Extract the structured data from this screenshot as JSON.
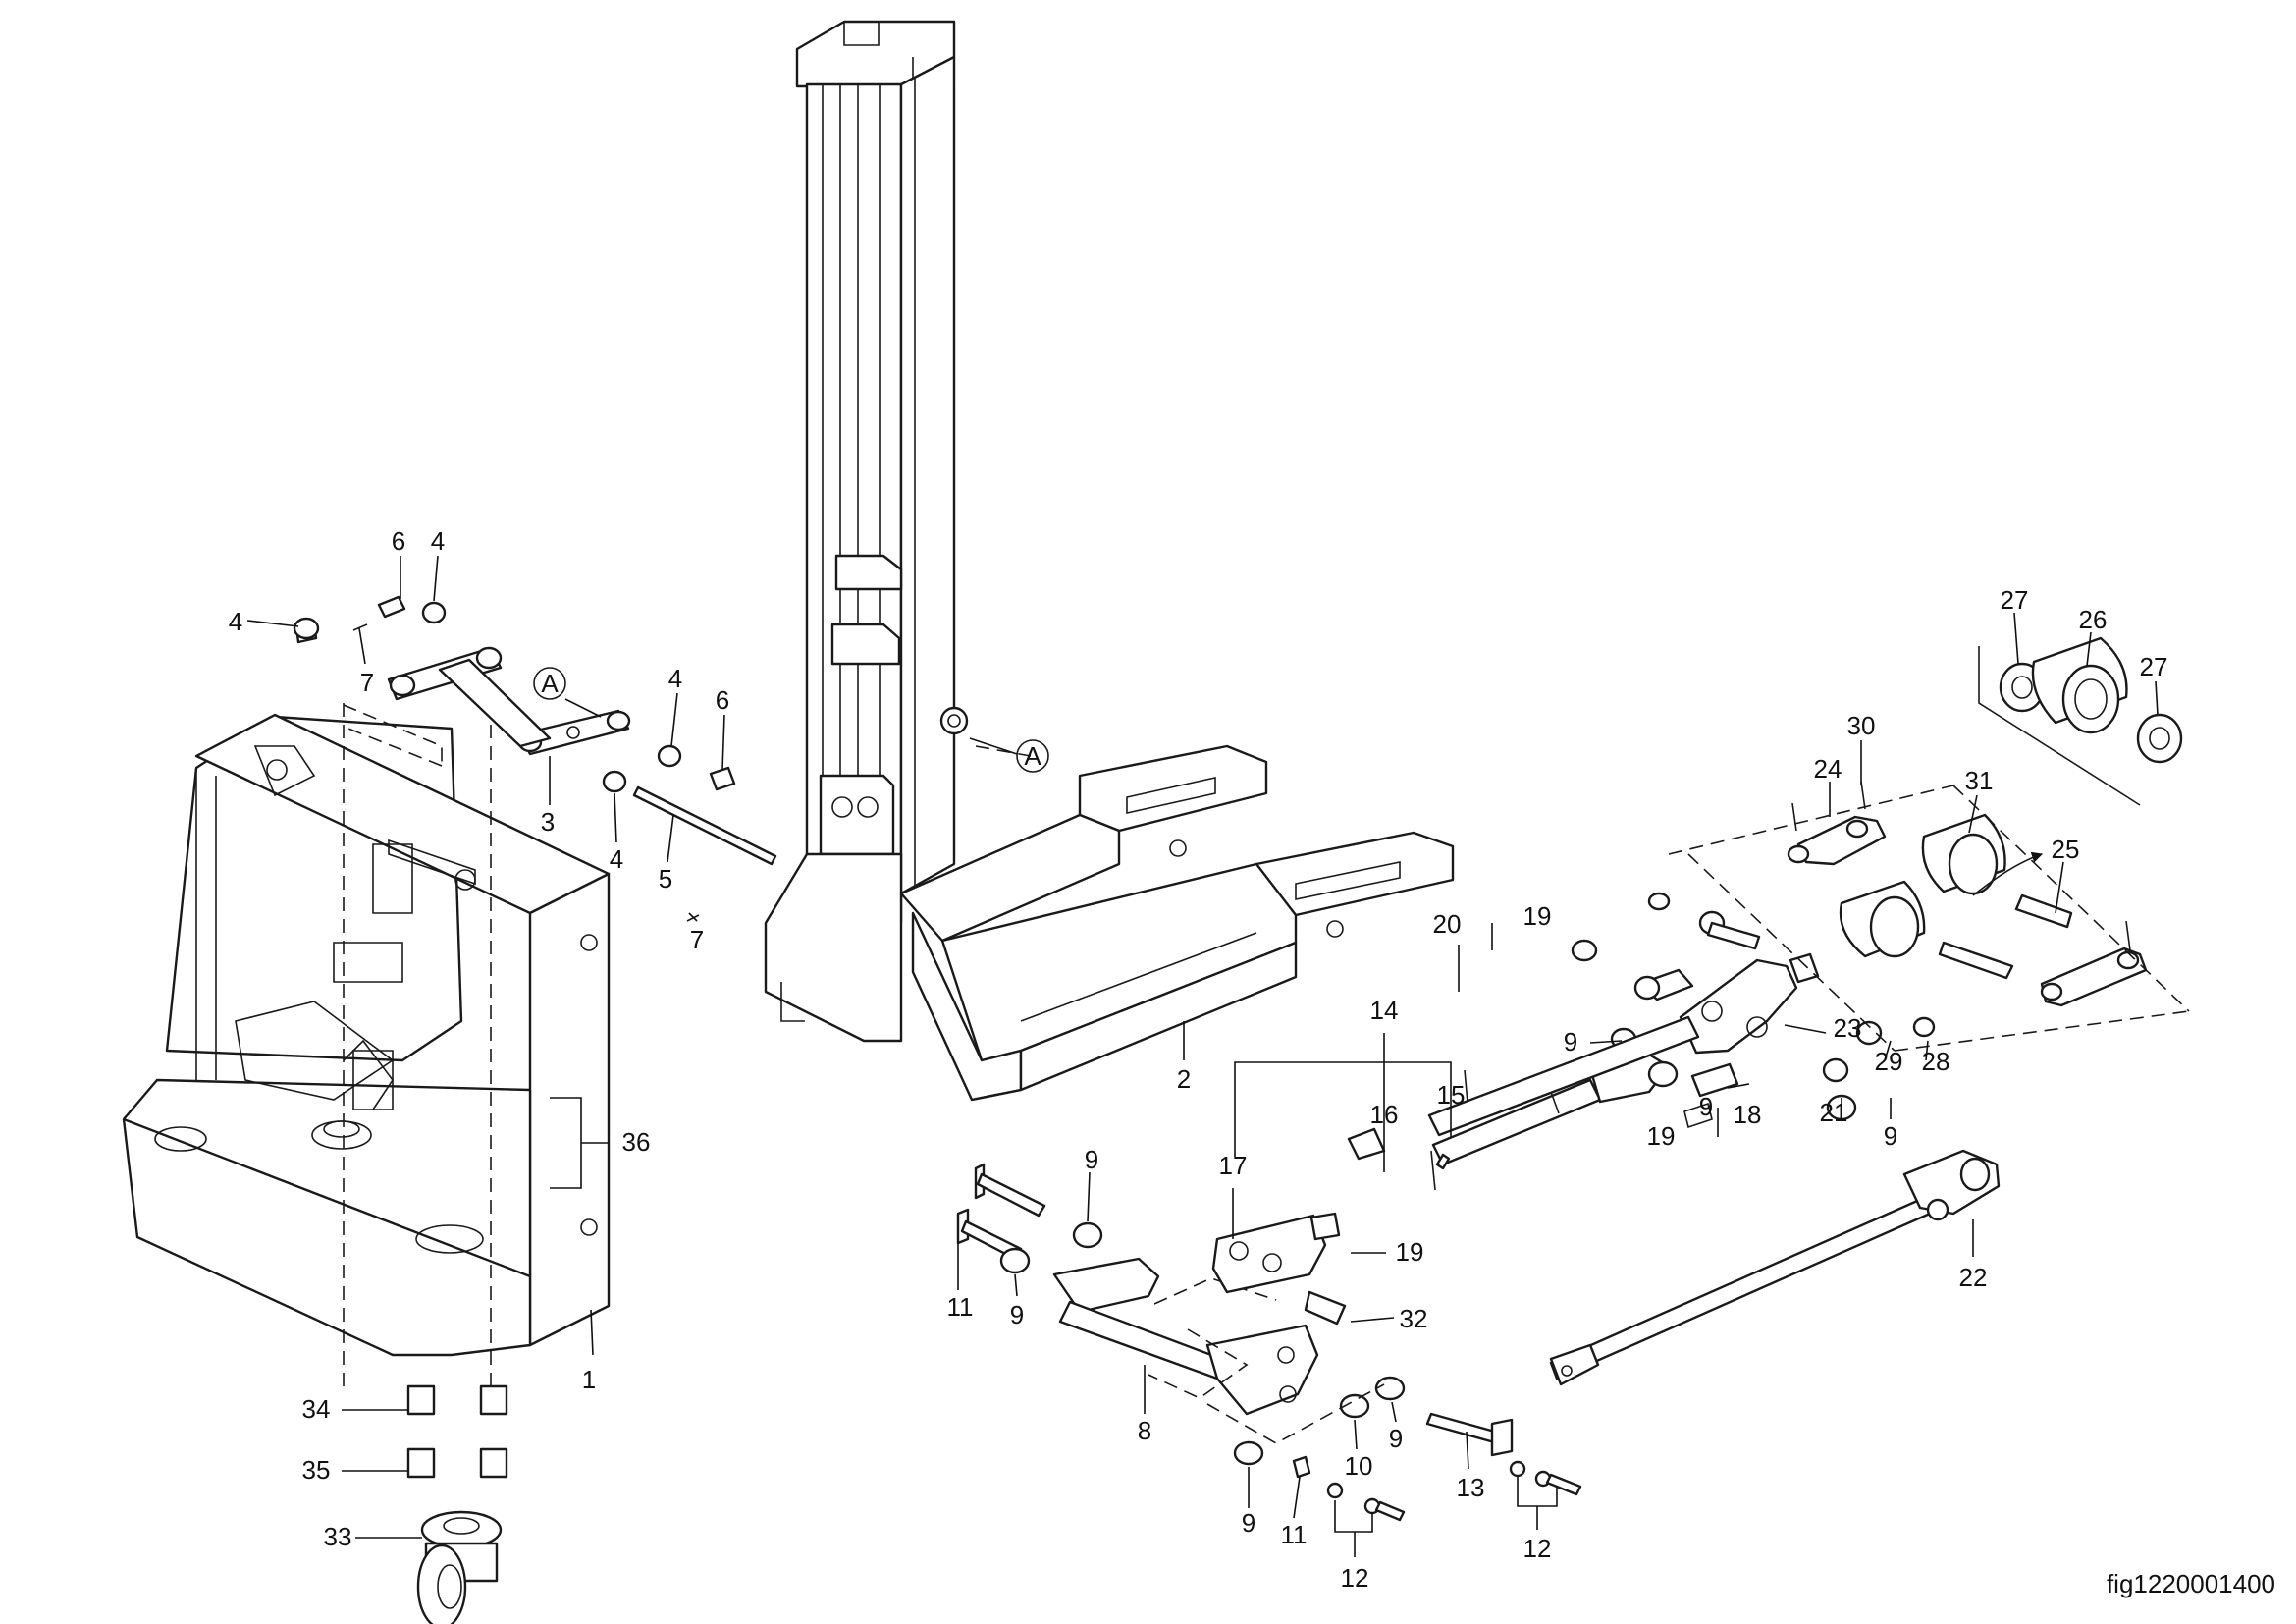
{
  "figure": {
    "id": "fig1220001400",
    "view_marker": "A"
  },
  "callouts": [
    "1",
    "2",
    "3",
    "4",
    "5",
    "6",
    "7",
    "8",
    "9",
    "10",
    "11",
    "12",
    "13",
    "14",
    "15",
    "16",
    "17",
    "18",
    "19",
    "20",
    "21",
    "22",
    "23",
    "24",
    "25",
    "26",
    "27",
    "28",
    "29",
    "30",
    "31",
    "32",
    "33",
    "34",
    "35",
    "36"
  ]
}
